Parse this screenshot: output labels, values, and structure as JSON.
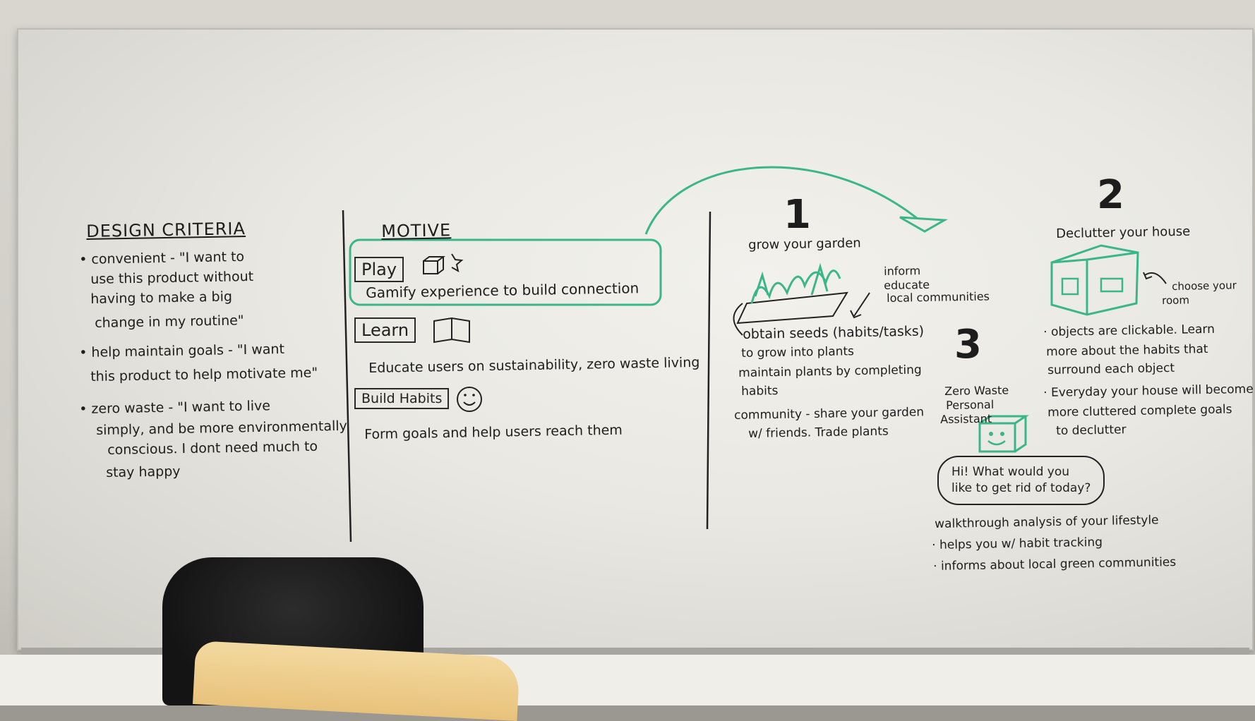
{
  "design_criteria": {
    "title": "DESIGN CRITERIA",
    "items": [
      "• convenient - \"I want to",
      "use this product without",
      "having to make a big",
      "change in my routine\"",
      "• help maintain goals - \"I want",
      "this product to help motivate me\"",
      "• zero waste - \"I want to live",
      "simply, and be more environmentally",
      "conscious. I dont need much to",
      "stay happy"
    ]
  },
  "motive": {
    "title": "MOTIVE",
    "play_label": "Play",
    "play_text": "Gamify experience to build connection",
    "learn_label": "Learn",
    "learn_text": "Educate users on sustainability, zero waste living",
    "habits_label": "Build Habits",
    "habits_text": "Form goals and help users reach them"
  },
  "section1": {
    "number": "1",
    "title": "grow your garden",
    "annotation": [
      "inform",
      "educate",
      "local communities"
    ],
    "items": [
      "obtain seeds (habits/tasks)",
      "to grow into plants",
      "maintain plants by completing",
      "habits",
      "community - share your garden",
      "w/ friends. Trade plants"
    ]
  },
  "section2": {
    "number": "2",
    "title": "Declutter your house",
    "annotation": [
      "choose your",
      "room"
    ],
    "items": [
      "· objects are clickable. Learn",
      "more about the habits that",
      "surround each object",
      "· Everyday your house will become",
      "more cluttered complete goals",
      "to declutter"
    ]
  },
  "section3": {
    "number": "3",
    "title": [
      "Zero Waste",
      "Personal",
      "Assistant"
    ],
    "bubble": [
      "Hi! What would you",
      "like to get rid of today?"
    ],
    "items": [
      "walkthrough analysis of your lifestyle",
      "· helps you w/ habit tracking",
      "· informs about local green communities"
    ]
  },
  "colors": {
    "marker_black": "#1d1d1d",
    "marker_green": "#3bb58a"
  }
}
